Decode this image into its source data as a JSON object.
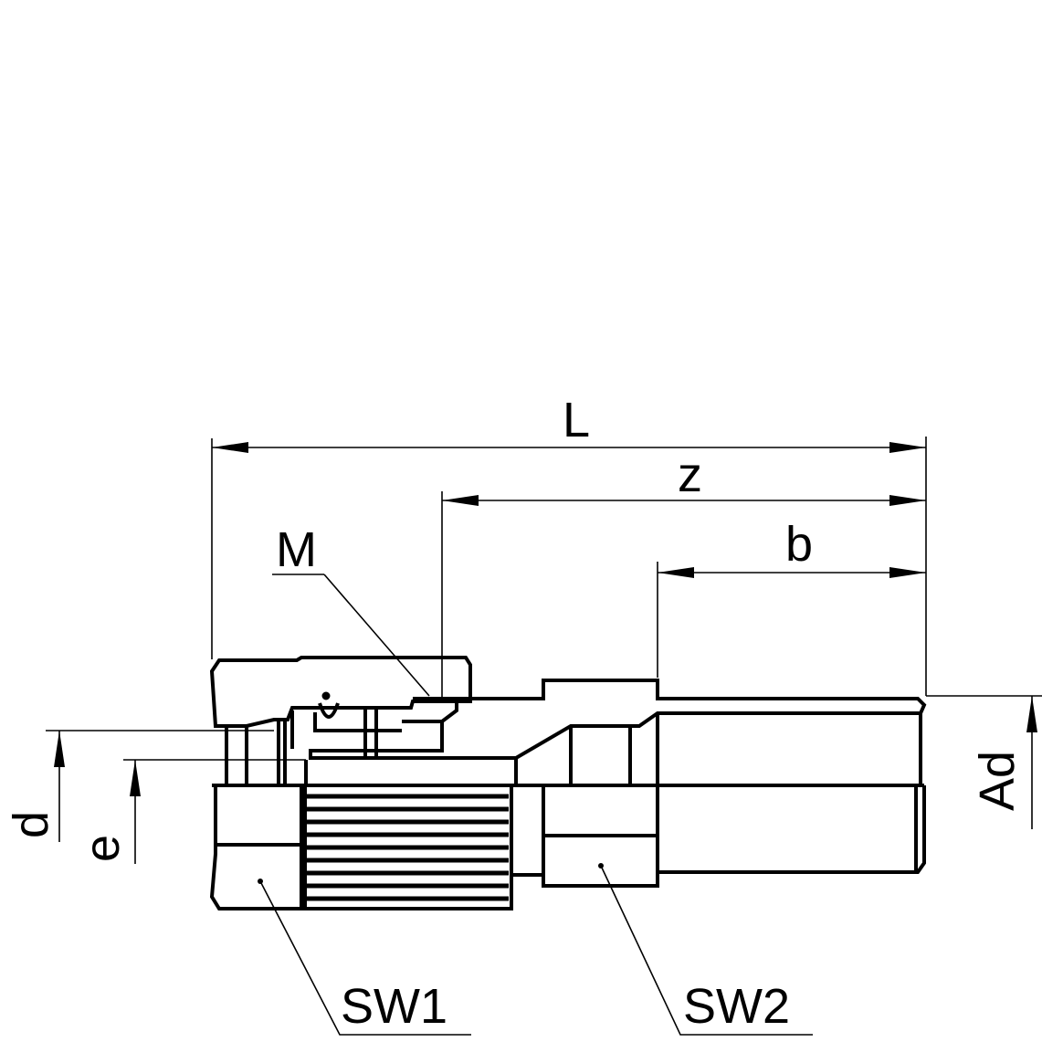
{
  "drawing": {
    "title": "Fitting cross-section with dimensions",
    "labels": {
      "L": "L",
      "z": "z",
      "b": "b",
      "M": "M",
      "d": "d",
      "e": "e",
      "Ad": "Ad",
      "SW1": "SW1",
      "SW2": "SW2"
    },
    "colors": {
      "line": "#000000",
      "background": "#ffffff"
    }
  }
}
